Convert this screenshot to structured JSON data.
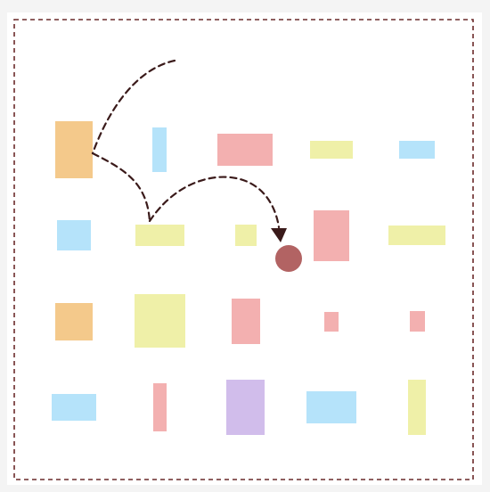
{
  "palette": {
    "orange": "#f4c98b",
    "blue": "#b5e3fa",
    "pink": "#f3b0b0",
    "yellow": "#eff0a8",
    "purple": "#d1bdeb",
    "marker": "#b26363",
    "path": "#3a1a1a",
    "border": "#6a2a2a"
  },
  "blocks": [
    {
      "name": "orange-block",
      "color": "orange"
    },
    {
      "name": "blue-block",
      "color": "blue"
    },
    {
      "name": "pink-block",
      "color": "pink"
    },
    {
      "name": "yellow-block",
      "color": "yellow"
    },
    {
      "name": "blue-block",
      "color": "blue"
    },
    {
      "name": "blue-block",
      "color": "blue"
    },
    {
      "name": "yellow-block",
      "color": "yellow"
    },
    {
      "name": "yellow-block",
      "color": "yellow"
    },
    {
      "name": "pink-block",
      "color": "pink"
    },
    {
      "name": "yellow-block",
      "color": "yellow"
    },
    {
      "name": "orange-block",
      "color": "orange"
    },
    {
      "name": "yellow-block",
      "color": "yellow"
    },
    {
      "name": "pink-block",
      "color": "pink"
    },
    {
      "name": "pink-block",
      "color": "pink"
    },
    {
      "name": "pink-block",
      "color": "pink"
    },
    {
      "name": "blue-block",
      "color": "blue"
    },
    {
      "name": "pink-block",
      "color": "pink"
    },
    {
      "name": "purple-block",
      "color": "purple"
    },
    {
      "name": "blue-block",
      "color": "blue"
    },
    {
      "name": "yellow-block",
      "color": "yellow"
    }
  ],
  "marker": {
    "name": "target-marker",
    "color": "marker"
  }
}
